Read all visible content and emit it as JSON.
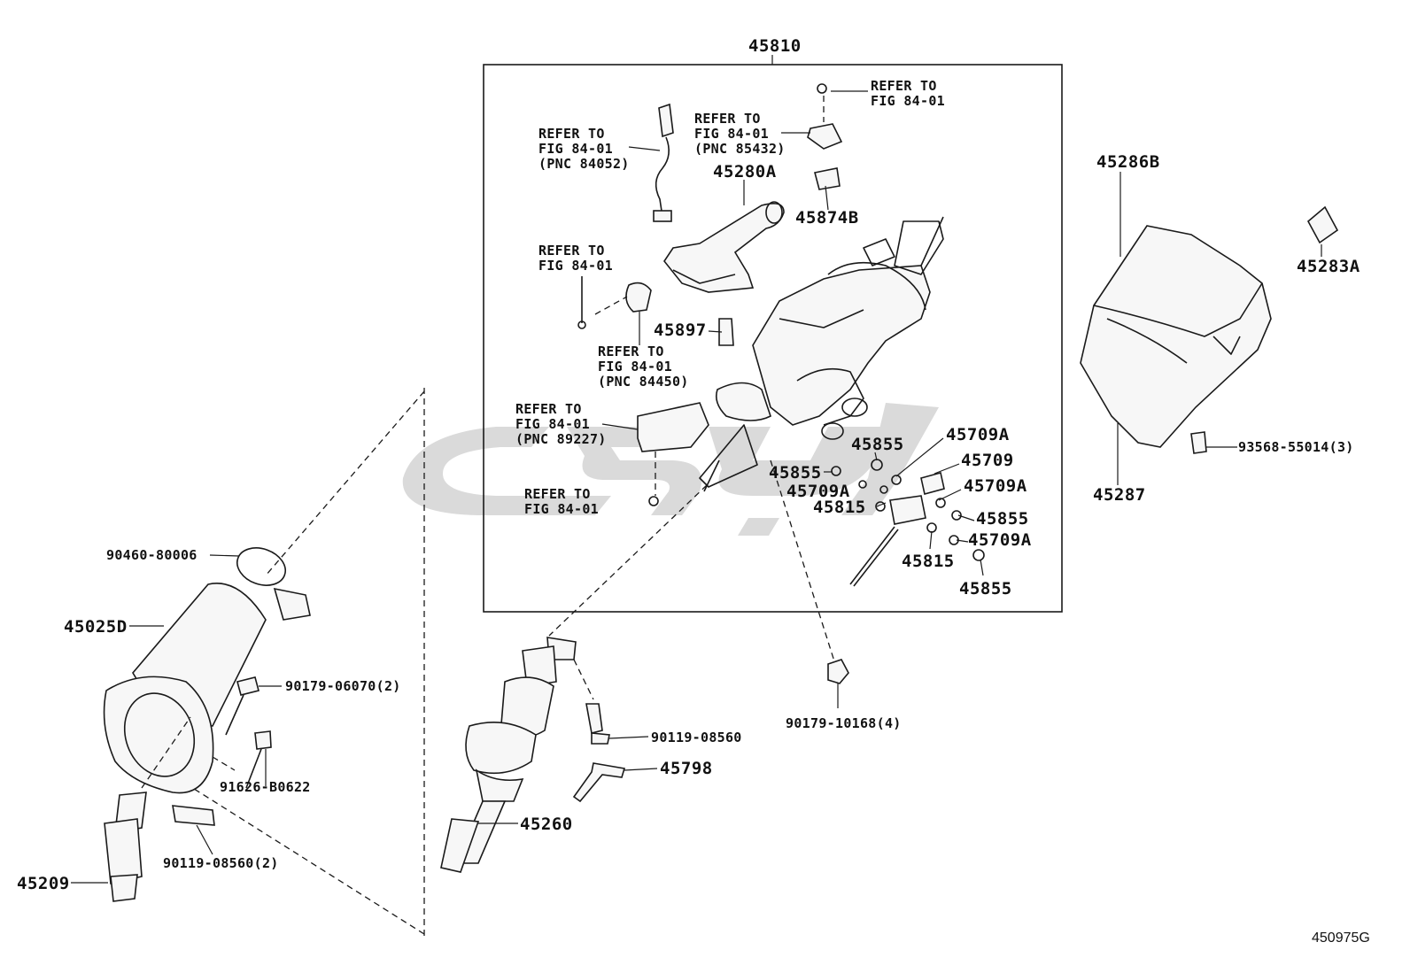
{
  "figure_code": "450975G",
  "assembly_label": "45810",
  "callouts": {
    "c45810": "45810",
    "c45286B": "45286B",
    "c45287": "45287",
    "c45283A": "45283A",
    "c93568": "93568-55014(3)",
    "c45280A": "45280A",
    "c45874B": "45874B",
    "c45897": "45897",
    "c45855a": "45855",
    "c45855b": "45855",
    "c45855c": "45855",
    "c45855d": "45855",
    "c45709A_a": "45709A",
    "c45709": "45709",
    "c45709A_b": "45709A",
    "c45709A_c": "45709A",
    "c45709A_d": "45709A",
    "c45815a": "45815",
    "c45815b": "45815",
    "c90460": "90460-80006",
    "c45025D": "45025D",
    "c90179_06070": "90179-06070(2)",
    "c91626": "91626-B0622",
    "c90119_2": "90119-08560(2)",
    "c45209": "45209",
    "c90119": "90119-08560",
    "c45798": "45798",
    "c45260": "45260",
    "c90179_10168": "90179-10168(4)"
  },
  "refer_notes": {
    "r1": "REFER TO\nFIG 84-01",
    "r2": "REFER TO\nFIG 84-01\n(PNC 84052)",
    "r3": "REFER TO\nFIG 84-01\n(PNC 85432)",
    "r4": "REFER TO\nFIG 84-01",
    "r5": "REFER TO\nFIG 84-01\n(PNC 84450)",
    "r6": "REFER TO\nFIG 84-01\n(PNC 89227)",
    "r7": "REFER TO\nFIG 84-01"
  },
  "colors": {
    "line": "#1a1a1a",
    "watermark": "#d9d9d9",
    "background": "#ffffff"
  }
}
